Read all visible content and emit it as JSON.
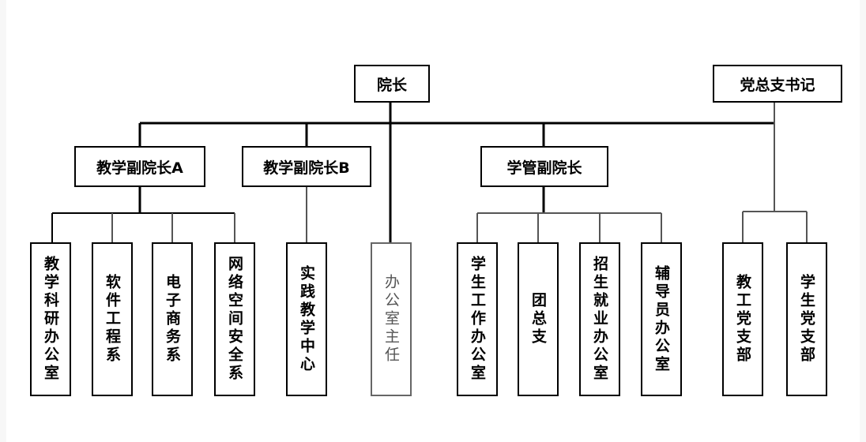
{
  "nodes": {
    "dean": "院长",
    "party_secretary": "党总支书记",
    "vice_dean_a": "教学副院长A",
    "vice_dean_b": "教学副院长B",
    "student_vice_dean": "学管副院长",
    "research_office": "教学科研办公室",
    "software_dept": "软件工程系",
    "ecommerce_dept": "电子商务系",
    "cybersecurity_dept": "网络空间安全系",
    "practice_center": "实践教学中心",
    "office_director": "办公室主任",
    "student_affairs_office": "学生工作办公室",
    "youth_league": "团总支",
    "admissions_office": "招生就业办公室",
    "counselor_office": "辅导员办公室",
    "faculty_party_branch": "教工党支部",
    "student_party_branch": "学生党支部"
  },
  "colors": {
    "line": "#000000",
    "line_light": "#666666",
    "text_grey": "#555555"
  }
}
